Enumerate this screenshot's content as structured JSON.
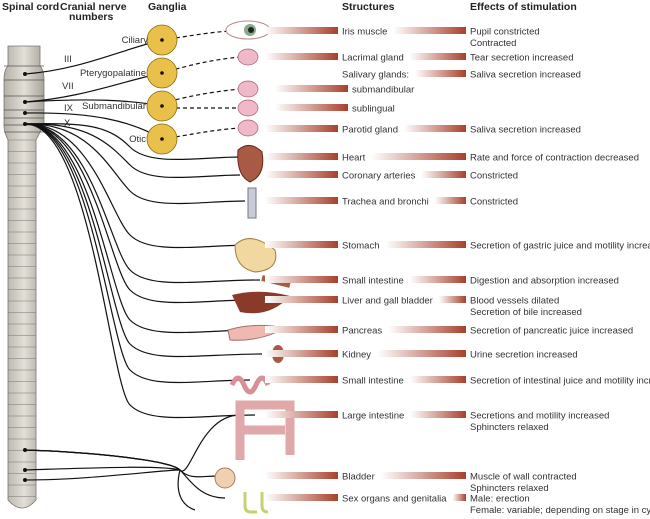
{
  "headers": {
    "spinal_cord": "Spinal cord",
    "cranial_line1": "Cranial nerve",
    "cranial_line2": "numbers",
    "ganglia": "Ganglia",
    "structures": "Structures",
    "effects": "Effects of stimulation"
  },
  "cranial_nerves": [
    "III",
    "VII",
    "IX",
    "X"
  ],
  "ganglia": [
    "Ciliary",
    "Pterygopalatine",
    "Submandibular",
    "Otic"
  ],
  "rows": [
    {
      "structure": "Iris muscle",
      "effects": [
        "Pupil constricted",
        "Contracted"
      ]
    },
    {
      "structure": "Lacrimal gland",
      "effects": [
        "Tear secretion increased"
      ]
    },
    {
      "structure": "Salivary glands:",
      "effects": [
        "Saliva secretion increased"
      ],
      "no_left_bar": true
    },
    {
      "structure": "submandibular",
      "effects": [],
      "indent": true
    },
    {
      "structure": "sublingual",
      "effects": [],
      "indent": true
    },
    {
      "structure": "Parotid gland",
      "effects": [
        "Saliva secretion increased"
      ]
    },
    {
      "structure": "Heart",
      "effects": [
        "Rate and force of contraction decreased"
      ]
    },
    {
      "structure": "Coronary arteries",
      "effects": [
        "Constricted"
      ]
    },
    {
      "structure": "Trachea and bronchi",
      "effects": [
        "Constricted"
      ]
    },
    {
      "structure": "Stomach",
      "effects": [
        "Secretion of gastric juice and motility increased"
      ]
    },
    {
      "structure": "Small intestine",
      "effects": [
        "Digestion and absorption increased"
      ]
    },
    {
      "structure": "Liver and gall bladder",
      "effects": [
        "Blood vessels dilated",
        "Secretion of bile increased"
      ]
    },
    {
      "structure": "Pancreas",
      "effects": [
        "Secretion of pancreatic juice increased"
      ]
    },
    {
      "structure": "Kidney",
      "effects": [
        "Urine secretion increased"
      ]
    },
    {
      "structure": "Small intestine",
      "effects": [
        "Secretion of intestinal juice and motility increased"
      ]
    },
    {
      "structure": "Large intestine",
      "effects": [
        "Secretions and motility increased",
        "Sphincters relaxed"
      ]
    },
    {
      "structure": "Bladder",
      "effects": [
        "Muscle of wall contracted",
        "Sphincters relaxed"
      ]
    },
    {
      "structure": "Sex organs and genitalia",
      "effects": [
        "Male: erection",
        "Female: variable; depending on stage in cycle"
      ]
    }
  ],
  "colors": {
    "bar": "#a8402c",
    "ganglion": "#e8c04a",
    "cord": "#cfcbc2",
    "organ": "#c97a6a"
  }
}
